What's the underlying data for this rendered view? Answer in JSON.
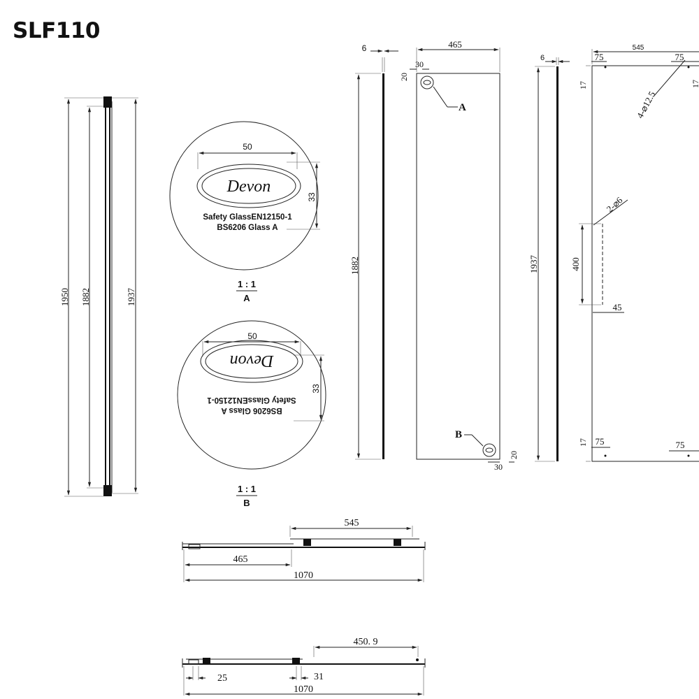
{
  "title": "SLF110",
  "side_view": {
    "dims": [
      "1950",
      "1882",
      "1937"
    ]
  },
  "detail_a": {
    "width": "50",
    "height": "33",
    "brand": "Devon",
    "line1": "Safety GlassEN12150-1",
    "line2": "BS6206 Glass A",
    "scale": "1 : 1",
    "ref": "A"
  },
  "detail_b": {
    "width": "50",
    "height": "33",
    "brand": "Devon",
    "line1": "Safety GlassEN12150-1",
    "line2": "BS6206 Glass A",
    "scale": "1 : 1",
    "ref": "B"
  },
  "fixed_panel": {
    "thickness": "6",
    "width": "465",
    "height": "1882",
    "offset_x": "30",
    "offset_y": "20",
    "callout_a": "A",
    "callout_b": "B",
    "offset_x_b": "30",
    "offset_y_b": "20"
  },
  "sliding_panel": {
    "thickness": "6",
    "width": "545",
    "height": "1937",
    "edge_top_left": "75",
    "edge_top_right": "75",
    "edge_bottom_left": "75",
    "edge_bottom_right": "75",
    "top_offset": "17",
    "top_offset_right": "17",
    "bottom_offset": "17",
    "holes_top": "4-⌀12.5",
    "holes_handle": "2-⌀6",
    "handle_span": "400",
    "handle_offset": "45"
  },
  "plan_closed": {
    "top": "545",
    "left": "465",
    "total": "1070"
  },
  "plan_open": {
    "top": "450. 9",
    "left": "25",
    "mid": "31",
    "total": "1070"
  }
}
